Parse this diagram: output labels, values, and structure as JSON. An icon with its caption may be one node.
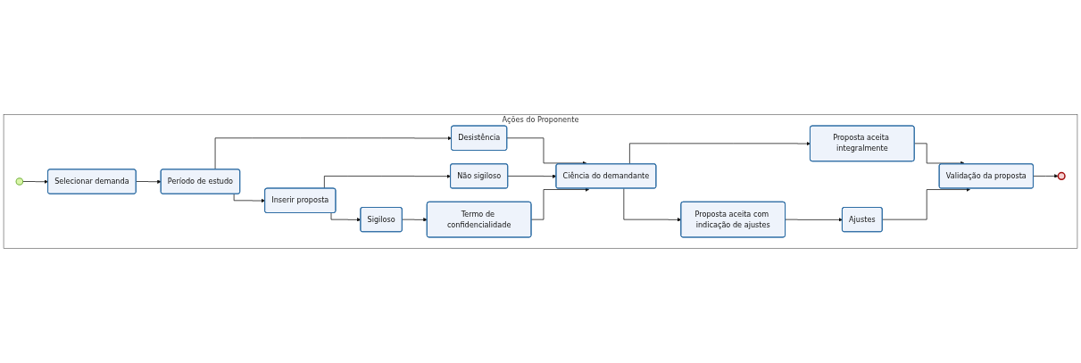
{
  "diagram": {
    "nodes": [
      {
        "text": [
          "Ações do Proponente"
        ]
      },
      {
        "text": [],
        "shape": "circle",
        "in": 0
      },
      {
        "text": [
          "Selecionar demanda"
        ],
        "in": 0
      },
      {
        "text": [
          "Período de estudo"
        ],
        "in": 0
      },
      {
        "text": [
          "Desistência"
        ],
        "in": 0
      },
      {
        "text": [
          "Inserir proposta"
        ],
        "in": 0
      },
      {
        "text": [
          "Não sigiloso"
        ],
        "in": 0
      },
      {
        "text": [
          "Sigiloso"
        ],
        "in": 0
      },
      {
        "text": [
          "Termo de confidencialidade"
        ],
        "in": 0
      },
      {
        "text": [
          "Ciência do demandante"
        ],
        "in": 0
      },
      {
        "text": [
          "Proposta aceita integralmente"
        ],
        "in": 0
      },
      {
        "text": [
          "Proposta aceita com indicação de ajustes"
        ],
        "in": 0
      },
      {
        "text": [
          "Ajustes"
        ],
        "in": 0
      },
      {
        "text": [
          "Validação da proposta"
        ],
        "in": 0
      },
      {
        "text": [],
        "shape": "circle",
        "in": 0
      }
    ],
    "edges": [
      {
        "from": 1,
        "to": 2,
        "arrow": "to"
      },
      {
        "from": 2,
        "to": 3,
        "arrow": "to"
      },
      {
        "from": 3,
        "to": 4,
        "arrow": "to"
      },
      {
        "from": 3,
        "to": 5,
        "arrow": "to"
      },
      {
        "from": 5,
        "to": 6,
        "arrow": "to"
      },
      {
        "from": 5,
        "to": 7,
        "arrow": "to"
      },
      {
        "from": 7,
        "to": 8,
        "arrow": "to"
      },
      {
        "from": 4,
        "to": 9,
        "arrow": "to"
      },
      {
        "from": 6,
        "to": 9,
        "arrow": "to"
      },
      {
        "from": 8,
        "to": 9,
        "arrow": "to"
      },
      {
        "from": 9,
        "to": 10,
        "arrow": "to"
      },
      {
        "from": 9,
        "to": 11,
        "arrow": "to"
      },
      {
        "from": 11,
        "to": 12,
        "arrow": "to"
      },
      {
        "from": 10,
        "to": 13,
        "arrow": "to"
      },
      {
        "from": 12,
        "to": 13,
        "arrow": "to"
      },
      {
        "from": 13,
        "to": 14,
        "arrow": "to"
      }
    ]
  }
}
